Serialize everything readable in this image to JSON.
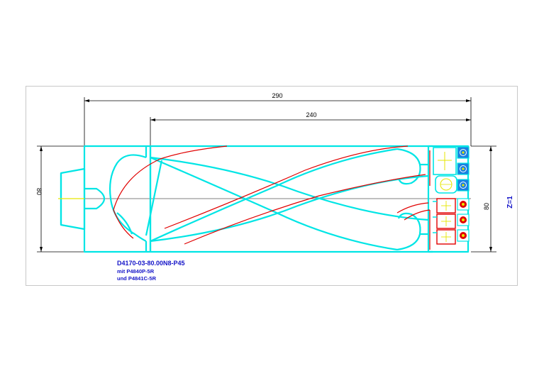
{
  "dimensions": {
    "overall_length": "290",
    "flute_length": "240",
    "shank_diameter": "80",
    "cutting_diameter": "80"
  },
  "labels": {
    "part_number": "D4170-03-80.00N8-P45",
    "line2": "mit P4840P-5R",
    "line3": "und P4841C-5R",
    "teeth": "Z=1"
  },
  "colors": {
    "outline": "#00e5e5",
    "helix": "#e00000",
    "dimension": "#000000",
    "centerline": "#e6e600",
    "insert_screw": "#1a7fe0",
    "text": "#1414c8"
  }
}
